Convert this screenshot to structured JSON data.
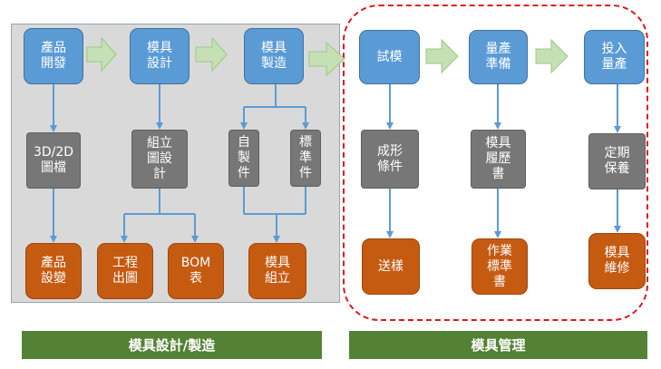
{
  "colors": {
    "blue_node": "#5b9bd5",
    "gray_node": "#777777",
    "orange_node": "#c55a11",
    "connector": "#5b9bd5",
    "flow_arrow": "#c5e0b4",
    "footer_bar": "#548235",
    "highlight_dash": "#e0161f",
    "panel": "#d9d9d9"
  },
  "nodes": {
    "product_dev": "產品\n開發",
    "mold_design": "模具\n設計",
    "mold_make": "模具\n製造",
    "trial": "試模",
    "mass_prep": "量產\n準備",
    "mass_prod": "投入\n量產",
    "drawing_3d2d": "3D/2D\n圖檔",
    "assembly_design": "組立\n圖設\n計",
    "self_made": "自\n製\n件",
    "standard_part": "標\n準\n件",
    "molding_cond": "成形\n條件",
    "mold_history": "模具\n履歷\n書",
    "maintenance": "定期\n保養",
    "product_change": "產品\n設變",
    "engineering_drawing": "工程\n出圖",
    "bom": "BOM\n表",
    "mold_assembly": "模具\n組立",
    "sample": "送樣",
    "work_standard": "作業\n標準\n書",
    "mold_repair": "模具\n維修"
  },
  "footer": {
    "left": "模具設計/製造",
    "right": "模具管理"
  }
}
